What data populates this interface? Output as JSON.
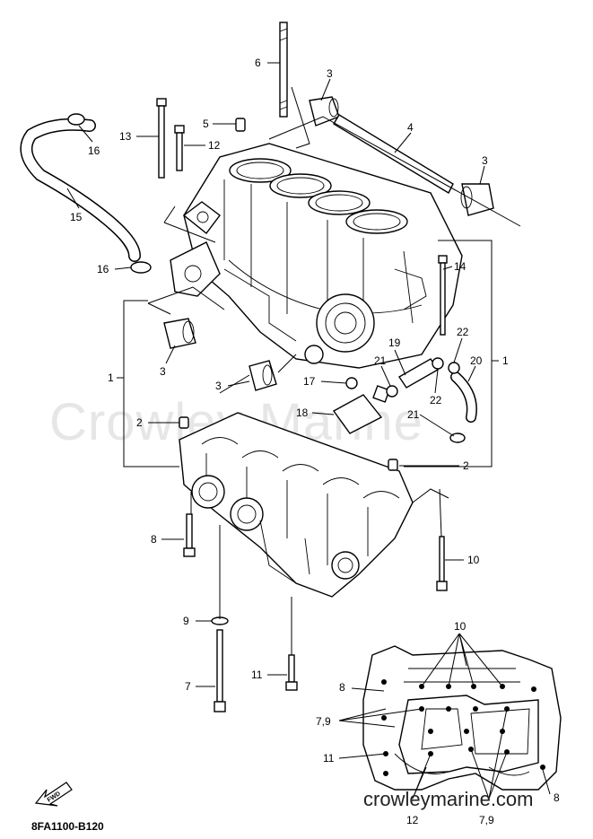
{
  "watermark": "Crowley Marine",
  "diagram_code": "8FA1100-B120",
  "site_url": "crowleymarine.com",
  "fwd_label": "FWD",
  "callouts": {
    "c1_left": "1",
    "c1_right": "1",
    "c2_left": "2",
    "c2_right": "2",
    "c3_top": "3",
    "c3_topright": "3",
    "c3_left": "3",
    "c3_mid": "3",
    "c4": "4",
    "c5": "5",
    "c6": "6",
    "c7": "7",
    "c8": "8",
    "c9": "9",
    "c10": "10",
    "c11": "11",
    "c12": "12",
    "c13": "13",
    "c14": "14",
    "c15": "15",
    "c16_top": "16",
    "c16_left": "16",
    "c17": "17",
    "c18": "18",
    "c19": "19",
    "c20": "20",
    "c21_a": "21",
    "c21_b": "21",
    "c22_a": "22",
    "c22_b": "22"
  },
  "inset": {
    "c10": "10",
    "c8": "8",
    "c79_left": "7,9",
    "c11": "11",
    "c12": "12",
    "c79_bottom": "7,9",
    "c8_right": "8"
  }
}
